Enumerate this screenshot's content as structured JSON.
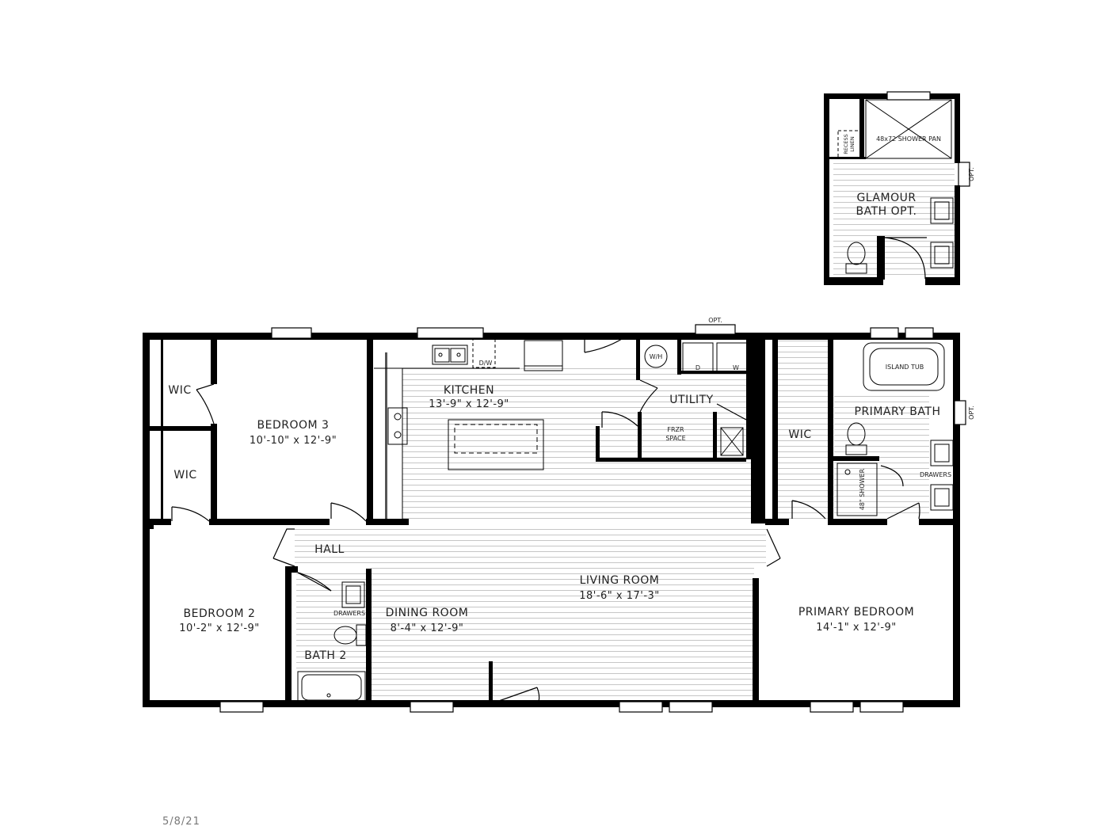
{
  "rooms": {
    "kitchen": {
      "name": "KITCHEN",
      "dims": "13'-9\" x 12'-9\""
    },
    "utility": {
      "name": "UTILITY"
    },
    "bedroom3": {
      "name": "BEDROOM 3",
      "dims": "10'-10\" x 12'-9\""
    },
    "bedroom2": {
      "name": "BEDROOM 2",
      "dims": "10'-2\" x 12'-9\""
    },
    "living": {
      "name": "LIVING ROOM",
      "dims": "18'-6\" x 17'-3\""
    },
    "dining": {
      "name": "DINING ROOM",
      "dims": "8'-4\" x 12'-9\""
    },
    "primary_bedroom": {
      "name": "PRIMARY BEDROOM",
      "dims": "14'-1\" x 12'-9\""
    },
    "primary_bath": {
      "name": "PRIMARY BATH"
    },
    "hall": {
      "name": "HALL"
    },
    "bath2": {
      "name": "BATH 2"
    },
    "wic": "WIC",
    "glamour_bath": {
      "line1": "GLAMOUR",
      "line2": "BATH OPT."
    }
  },
  "fixtures": {
    "dw": "D/W",
    "wh": "W/H",
    "dryer": "D",
    "washer": "W",
    "frzr_line1": "FRZR",
    "frzr_line2": "SPACE",
    "island_tub": "ISLAND TUB",
    "drawers": "DRAWERS",
    "shower48": "48\" SHOWER",
    "shower_pan": "48x72 SHOWER PAN",
    "recess_linen_1": "RECESS",
    "recess_linen_2": "LINEN",
    "opt": "OPT."
  },
  "footer": {
    "date": "5/8/21"
  }
}
